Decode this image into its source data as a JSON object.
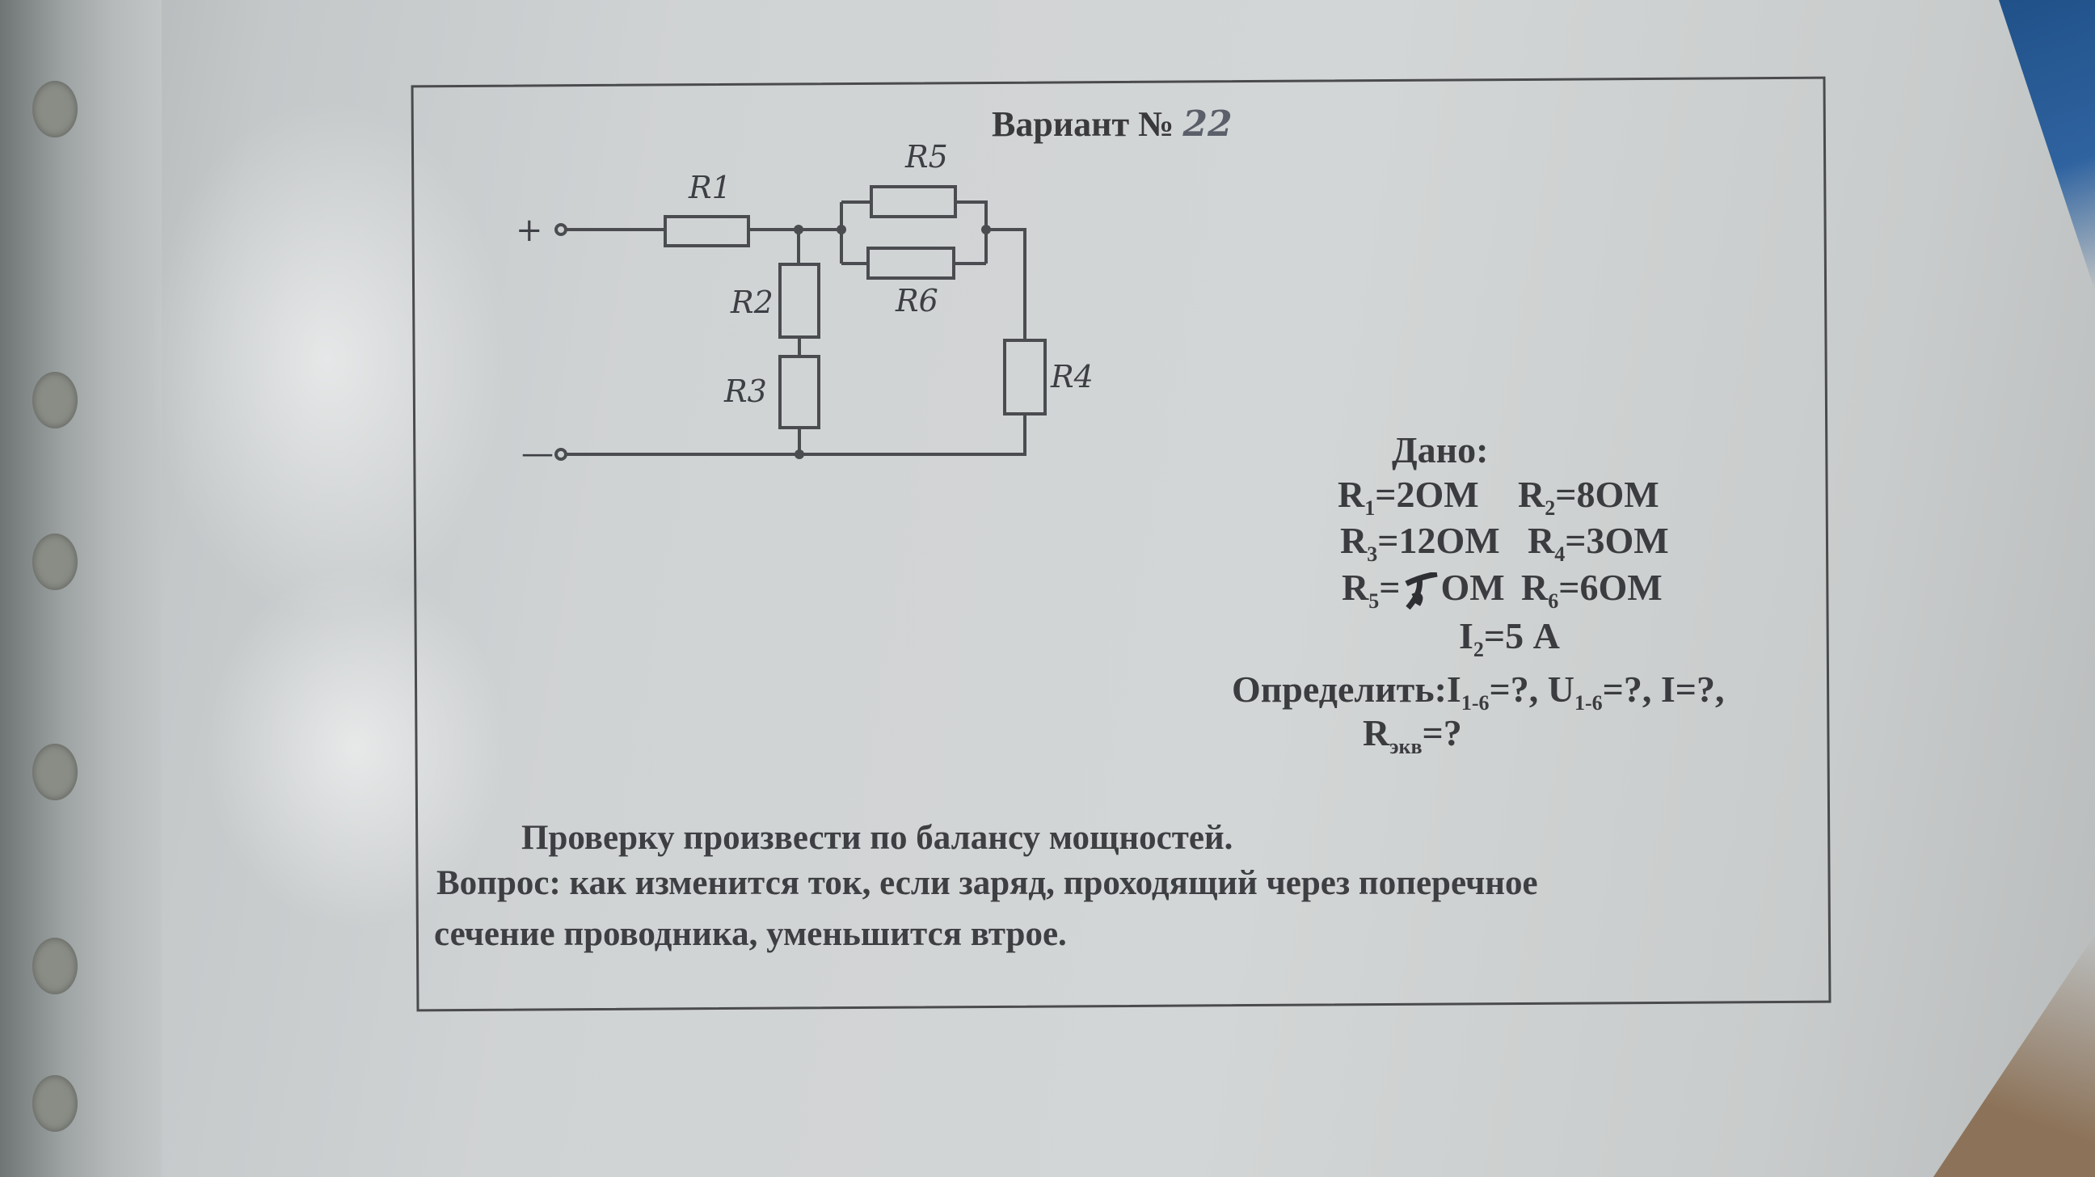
{
  "title": {
    "label": "Вариант №",
    "number": "22"
  },
  "circuit": {
    "terminals": {
      "plus": "+",
      "minus": "—"
    },
    "labels": {
      "r1": "R1",
      "r2": "R2",
      "r3": "R3",
      "r4": "R4",
      "r5": "R5",
      "r6": "R6"
    }
  },
  "given": {
    "heading": "Дано:",
    "r1": {
      "sym": "R",
      "sub": "1",
      "rest": "=2ОМ"
    },
    "r2": {
      "sym": "R",
      "sub": "2",
      "rest": "=8ОМ"
    },
    "r3": {
      "sym": "R",
      "sub": "3",
      "rest": "=12ОМ"
    },
    "r4": {
      "sym": "R",
      "sub": "4",
      "rest": "=3ОМ"
    },
    "r5": {
      "sym": "R",
      "sub": "5",
      "eq": "=",
      "unit": "ОМ"
    },
    "r6": {
      "sym": "R",
      "sub": "6",
      "rest": "=6ОМ"
    },
    "i2": {
      "sym": "I",
      "sub": "2",
      "rest": "=5 А"
    }
  },
  "find": {
    "label": "Определить:",
    "i": {
      "sym": "I",
      "sub": "1-6",
      "rest": "=?,"
    },
    "u": {
      "sym": "U",
      "sub": "1-6",
      "rest": "=?,"
    },
    "total": "I=?,",
    "req": {
      "sym": "R",
      "sub": "экв",
      "rest": "=?"
    }
  },
  "text": {
    "check": "Проверку произвести по балансу мощностей.",
    "question_label": "Вопрос:",
    "question_line1": " как изменится ток, если заряд, проходящий через поперечное",
    "question_line2": "сечение проводника, уменьшится втрое."
  }
}
